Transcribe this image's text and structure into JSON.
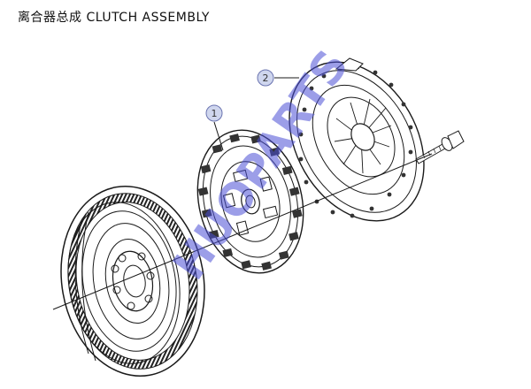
{
  "title": "离合器总成 CLUTCH ASSEMBLY",
  "callouts": [
    "1",
    "2"
  ],
  "watermark": "HUOPARTS",
  "colors": {
    "line": "#1a1a1a",
    "callout_fill": "#cfd6ee",
    "callout_stroke": "#6b74b0",
    "watermark": "#4a4fd6"
  }
}
